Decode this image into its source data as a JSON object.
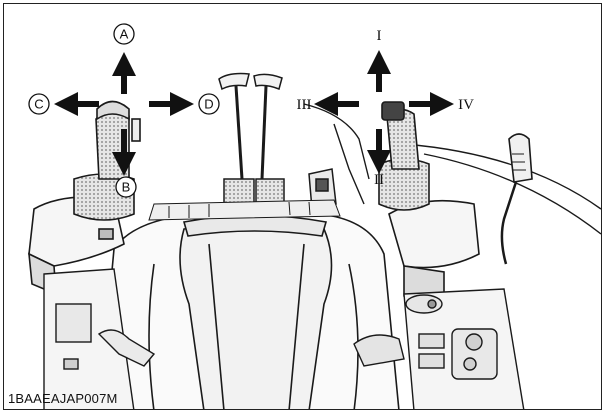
{
  "figure_code": "1BAAEAJAP007M",
  "left_lever": {
    "labels": {
      "up": "A",
      "down": "B",
      "left": "C",
      "right": "D"
    }
  },
  "right_lever": {
    "labels": {
      "up": "I",
      "down": "II",
      "left": "III",
      "right": "IV"
    }
  },
  "colors": {
    "ink": "#1a1a1a",
    "fill": "#f4f4f4",
    "shade": "#cfcfcf"
  }
}
